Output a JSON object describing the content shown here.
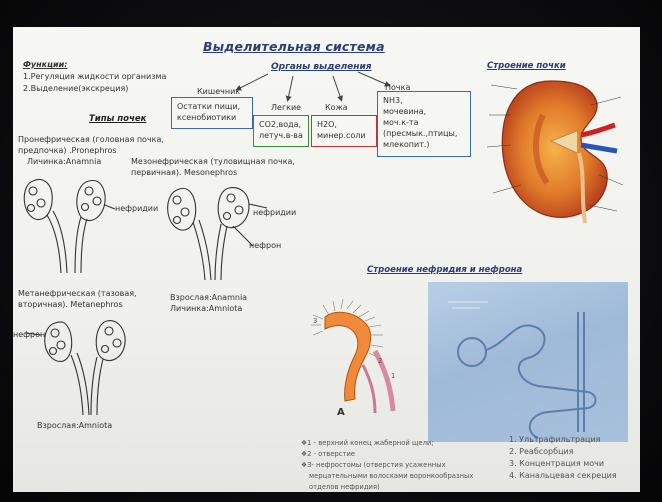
{
  "slide": {
    "title": "Выделительная система",
    "functions": {
      "heading": "Функции:",
      "items": [
        "1.Регуляция жидкости организма",
        "2.Выделение(экскреция)"
      ]
    },
    "organs": {
      "heading": "Органы выделения",
      "labels": [
        "Кишечник",
        "Легкие",
        "Кожа",
        "Почка"
      ],
      "boxes": [
        {
          "lines": [
            "Остатки пищи,",
            "ксенобиотики"
          ],
          "color": "#3a6aa8"
        },
        {
          "lines": [
            "CO2,вода,",
            "летуч.в-ва"
          ],
          "color": "#3b8a3b"
        },
        {
          "lines": [
            "H2O,",
            "минер.соли"
          ],
          "color": "#b23a3a"
        },
        {
          "lines": [
            "NH3,",
            "мочевина,",
            "моч.к-та",
            "(пресмык.,птицы,",
            "млекопит.)"
          ],
          "color": "#3a6aa8"
        }
      ]
    },
    "kidney_types": {
      "heading": "Типы почек",
      "pronephros": [
        "Пронефрическая (головная почка,",
        "предпочка) .Pronephros",
        "Личинка:Anamnia"
      ],
      "mesonephros": [
        "Мезонефрическая (туловищная почка,",
        "первичная). Mesonephros"
      ],
      "metanephros": [
        "Метанефрическая (тазовая,",
        "вторичная). Metanephros"
      ],
      "nephridia_label": "нефридии",
      "nephron_label": "нефрон",
      "meso_adult": [
        "Взрослая:Anamnia",
        "Личинка:Amniota"
      ],
      "meta_adult": "Взрослая:Amniota"
    },
    "kidney_structure": {
      "heading": "Строение почки"
    },
    "nephridia_structure": {
      "heading": "Строение нефридия и нефрона",
      "figure_letter": "А",
      "numbers": [
        "3",
        "2",
        "1"
      ],
      "notes": [
        "❖1 - верхний конец жаберной щели;",
        "❖2 - отверстие",
        "❖3- нефростомы (отверстия усаженных",
        "мерцательными волосками воронкообразных",
        "отделов нефридия)"
      ],
      "steps": [
        "1. Ультрафильтрация",
        "2. Реабсорбция",
        "3. Концентрация мочи",
        "4. Канальцевая секреция"
      ]
    }
  }
}
